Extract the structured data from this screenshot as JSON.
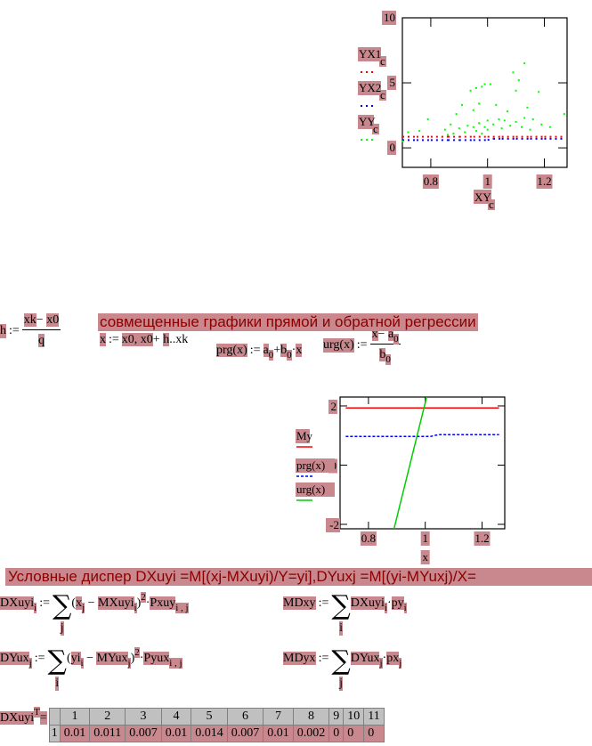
{
  "chart_data": [
    {
      "type": "scatter",
      "title": "",
      "xlabel": "XY",
      "xlabel_sub": "c",
      "ylabel": "",
      "xlim": [
        0.7,
        1.28
      ],
      "ylim": [
        -1.5,
        10
      ],
      "x_ticks": [
        "0.8",
        "1",
        "1.2"
      ],
      "y_ticks": [
        "0",
        "5",
        "10"
      ],
      "legend_placement": "left",
      "series": [
        {
          "name": "YX1",
          "name_sub": "c",
          "color": "#ff0000",
          "style": "dots",
          "values": [
            [
              0.7,
              0.85
            ],
            [
              0.75,
              0.85
            ],
            [
              0.8,
              0.85
            ],
            [
              0.86,
              0.85
            ],
            [
              0.9,
              0.85
            ],
            [
              0.95,
              0.85
            ],
            [
              1.0,
              0.85
            ],
            [
              1.05,
              0.85
            ],
            [
              1.1,
              0.85
            ],
            [
              1.15,
              0.85
            ],
            [
              1.2,
              0.85
            ],
            [
              1.27,
              0.85
            ]
          ]
        },
        {
          "name": "YX2",
          "name_sub": "c",
          "color": "#0000ff",
          "style": "dots",
          "values": [
            [
              0.7,
              0.6
            ],
            [
              0.75,
              0.6
            ],
            [
              0.8,
              0.6
            ],
            [
              0.86,
              0.6
            ],
            [
              0.9,
              0.6
            ],
            [
              0.95,
              0.6
            ],
            [
              1.0,
              0.6
            ],
            [
              1.02,
              0.7
            ],
            [
              1.05,
              0.7
            ],
            [
              1.1,
              0.7
            ],
            [
              1.15,
              0.7
            ],
            [
              1.2,
              0.7
            ],
            [
              1.27,
              0.7
            ]
          ]
        },
        {
          "name": "YY",
          "name_sub": "c",
          "color": "#00ff00",
          "style": "points",
          "values": [
            [
              0.7,
              0.5
            ],
            [
              0.72,
              1.2
            ],
            [
              0.76,
              1.3
            ],
            [
              0.79,
              2.2
            ],
            [
              0.85,
              1.4
            ],
            [
              0.86,
              1.0
            ],
            [
              0.87,
              1.8
            ],
            [
              0.88,
              1.1
            ],
            [
              0.89,
              2.6
            ],
            [
              0.9,
              1.5
            ],
            [
              0.91,
              3.3
            ],
            [
              0.92,
              1.2
            ],
            [
              0.93,
              1.7
            ],
            [
              0.94,
              4.4
            ],
            [
              0.95,
              1.6
            ],
            [
              0.95,
              2.9
            ],
            [
              0.96,
              4.6
            ],
            [
              0.96,
              1.3
            ],
            [
              0.97,
              3.4
            ],
            [
              0.97,
              1.9
            ],
            [
              0.98,
              1.1
            ],
            [
              0.98,
              4.7
            ],
            [
              0.99,
              1.6
            ],
            [
              0.99,
              4.9
            ],
            [
              1.0,
              2.1
            ],
            [
              1.0,
              1.4
            ],
            [
              1.01,
              4.9
            ],
            [
              1.02,
              1.8
            ],
            [
              1.03,
              3.3
            ],
            [
              1.04,
              2.2
            ],
            [
              1.05,
              1.5
            ],
            [
              1.06,
              2.1
            ],
            [
              1.07,
              2.8
            ],
            [
              1.08,
              1.7
            ],
            [
              1.09,
              5.8
            ],
            [
              1.1,
              4.4
            ],
            [
              1.1,
              2.0
            ],
            [
              1.11,
              5.2
            ],
            [
              1.12,
              1.6
            ],
            [
              1.13,
              6.5
            ],
            [
              1.13,
              2.3
            ],
            [
              1.14,
              3.1
            ],
            [
              1.15,
              1.4
            ],
            [
              1.16,
              2.2
            ],
            [
              1.18,
              4.3
            ],
            [
              1.19,
              1.8
            ],
            [
              1.22,
              1.6
            ],
            [
              1.27,
              2.6
            ]
          ]
        }
      ]
    },
    {
      "type": "line",
      "title": "",
      "xlabel": "x",
      "ylabel": "",
      "xlim": [
        0.7,
        1.28
      ],
      "ylim": [
        -2.15,
        2.3
      ],
      "x_ticks": [
        "0.8",
        "1",
        "1.2"
      ],
      "y_ticks": [
        "2",
        "0",
        "-2"
      ],
      "legend_placement": "left",
      "series": [
        {
          "name": "My",
          "color": "#ff0000",
          "style": "solid",
          "values": [
            [
              0.72,
              1.93
            ],
            [
              1.26,
              1.93
            ]
          ]
        },
        {
          "name": "prg(x)",
          "color": "#0000ff",
          "style": "dashed",
          "values": [
            [
              0.72,
              0.97
            ],
            [
              1.02,
              0.97
            ],
            [
              1.03,
              1.0
            ],
            [
              1.05,
              1.03
            ],
            [
              1.26,
              1.03
            ]
          ]
        },
        {
          "name": "urg(x)",
          "color": "#00cc00",
          "style": "solid",
          "values": [
            [
              0.89,
              -2.15
            ],
            [
              1.005,
              2.3
            ]
          ]
        }
      ]
    }
  ],
  "formulas": {
    "h": {
      "lhs": "h",
      "op": ":=",
      "num_a": "xk",
      "minus": "−",
      "num_b": "x0",
      "den": "q"
    },
    "heading1": "совмещенные графики прямой и обратной регрессии",
    "xrange": {
      "lhs": "x",
      "op": ":=",
      "a": "x0, x0",
      "plus": "+",
      "b": "h",
      "dots": "..",
      "c": "xk"
    },
    "prg": {
      "lhs": "prg(x)",
      "op": ":=",
      "a": "a",
      "a_sub": "0",
      "plus": "+",
      "b": "b",
      "b_sub": "0",
      "dot": "·",
      "x": "x"
    },
    "urg": {
      "lhs": "urg(x)",
      "op": ":=",
      "num_x": "x",
      "minus": "−",
      "num_a": "a",
      "num_a_sub": "0",
      "den_b": "b",
      "den_b_sub": "0"
    },
    "heading2": "Условные диспер DXuyi =M[(xj-MXuyi)/Y=yi],DYuxj =M[(yi-MYuxj)/X=",
    "dxuyi": {
      "lhs": "DXuyi",
      "lhs_sub": "i",
      "op": ":=",
      "sum_idx": "j",
      "t1": "x",
      "t1_sub": "j",
      "minus": "−",
      "t2": "MXuyi",
      "t2_sub": "i",
      "pow": "2",
      "dot": "·",
      "t3": "Pxuy",
      "t3_sub": "i , j"
    },
    "dyuxj": {
      "lhs": "DYux",
      "lhs_sub": "j",
      "op": ":=",
      "sum_idx": "i",
      "t1": "yi",
      "t1_sub": "i",
      "minus": "−",
      "t2": "MYux",
      "t2_sub": "j",
      "pow": "2",
      "dot": "·",
      "t3": "Pyux",
      "t3_sub": "i , j"
    },
    "mdxy": {
      "lhs": "MDxy",
      "op": ":=",
      "sum_idx": "i",
      "t1": "DXuyi",
      "t1_sub": "i",
      "dot": "·",
      "t2": "py",
      "t2_sub": "i"
    },
    "mdyx": {
      "lhs": "MDyx",
      "op": ":=",
      "sum_idx": "j",
      "t1": "DYux",
      "t1_sub": "j",
      "dot": "·",
      "t2": "px",
      "t2_sub": "j"
    },
    "sum_symbol": "∑"
  },
  "result": {
    "lhs": "DXuyi",
    "sup": "T",
    "eq": "=",
    "col_headers": [
      "1",
      "2",
      "3",
      "4",
      "5",
      "6",
      "7",
      "8",
      "9",
      "10",
      "11"
    ],
    "row_header": "1",
    "values": [
      "0.01",
      "0.011",
      "0.007",
      "0.01",
      "0.014",
      "0.007",
      "0.01",
      "0.002",
      "0",
      "0",
      "0"
    ]
  }
}
